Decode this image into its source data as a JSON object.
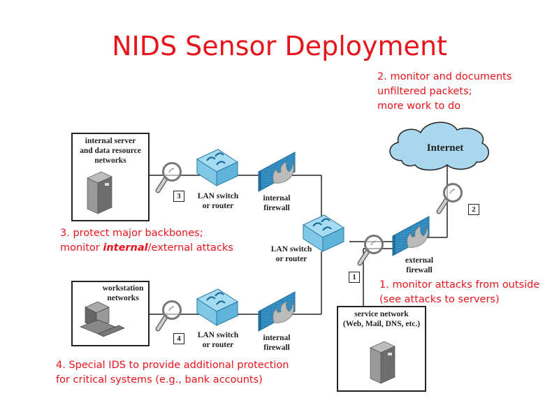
{
  "title": "NIDS Sensor Deployment",
  "colors": {
    "accent_red": "#e8141b",
    "device_blue": "#7fc8e6",
    "cloud_blue": "#a9d8ee",
    "line": "#222222"
  },
  "notes": {
    "note2": [
      "2. monitor and documents",
      "unfiltered packets;",
      "more work to do"
    ],
    "note3": {
      "line1": "3. protect major backbones;",
      "line2_prefix": "monitor ",
      "line2_emphasis": "internal",
      "line2_suffix": "/external attacks"
    },
    "note1": [
      "1. monitor attacks from outside",
      "(see attacks to servers)"
    ],
    "note4": [
      "4. Special IDS to provide additional protection",
      "for critical systems (e.g., bank accounts)"
    ]
  },
  "nodes": {
    "internet": "Internet",
    "internal_server_net": [
      "internal server",
      "and data resource",
      "networks"
    ],
    "workstation_net": [
      "workstation",
      "networks"
    ],
    "service_net": [
      "service network",
      "(Web, Mail, DNS, etc.)"
    ],
    "lan_switch_top": [
      "LAN switch",
      "or router"
    ],
    "lan_switch_mid": [
      "LAN switch",
      "or router"
    ],
    "lan_switch_bottom": [
      "LAN switch",
      "or router"
    ],
    "internal_firewall_top": [
      "internal",
      "firewall"
    ],
    "internal_firewall_bottom": [
      "internal",
      "firewall"
    ],
    "external_firewall": [
      "external",
      "firewall"
    ]
  },
  "sensors": [
    {
      "id": "1"
    },
    {
      "id": "2"
    },
    {
      "id": "3"
    },
    {
      "id": "4"
    }
  ]
}
